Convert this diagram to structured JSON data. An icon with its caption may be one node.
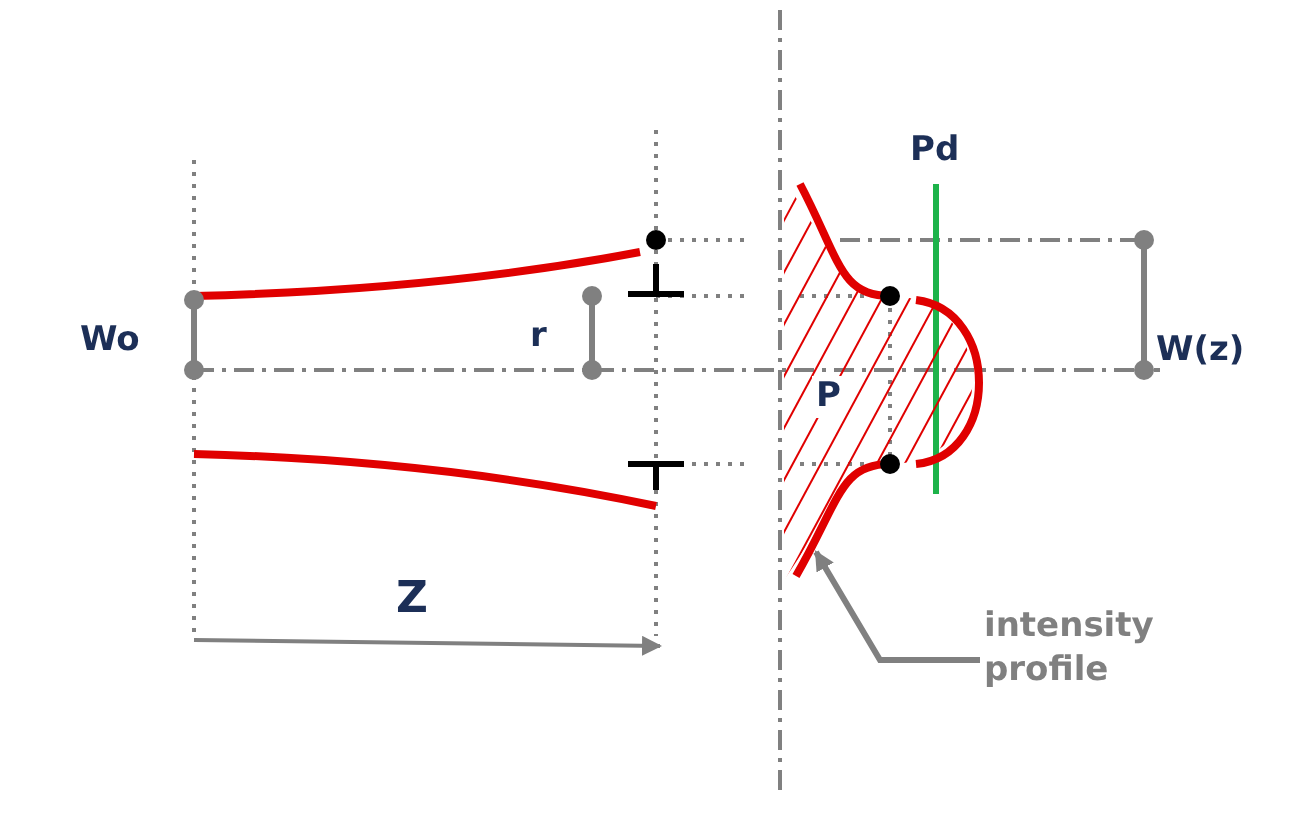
{
  "diagram": {
    "nodes": [
      {
        "text": [
          "intensity profile"
        ]
      },
      {
        "text": [],
        "shape": "picture"
      }
    ],
    "edges": [
      {
        "from": 0,
        "to": 1,
        "arrow": "to"
      }
    ],
    "labels": [
      "Pd",
      "Wo",
      "r",
      "W(z)",
      "P",
      "Z"
    ]
  }
}
